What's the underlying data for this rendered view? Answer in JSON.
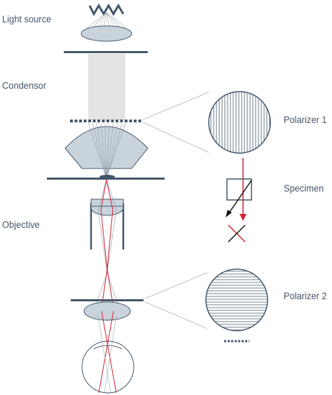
{
  "labels": {
    "light_source": "Light source",
    "condensor": "Condensor",
    "objective": "Objective",
    "polarizer_1": "Polarizer 1",
    "specimen": "Specimen",
    "polarizer_2": "Polarizer 2"
  },
  "colors": {
    "stroke": "#44576a",
    "lens_fill": "#c9d3dc",
    "light_beam": "#e3e3e3",
    "ray_red": "#d22030",
    "ray_gray": "#9aa6b1",
    "ray_black": "#111111"
  }
}
